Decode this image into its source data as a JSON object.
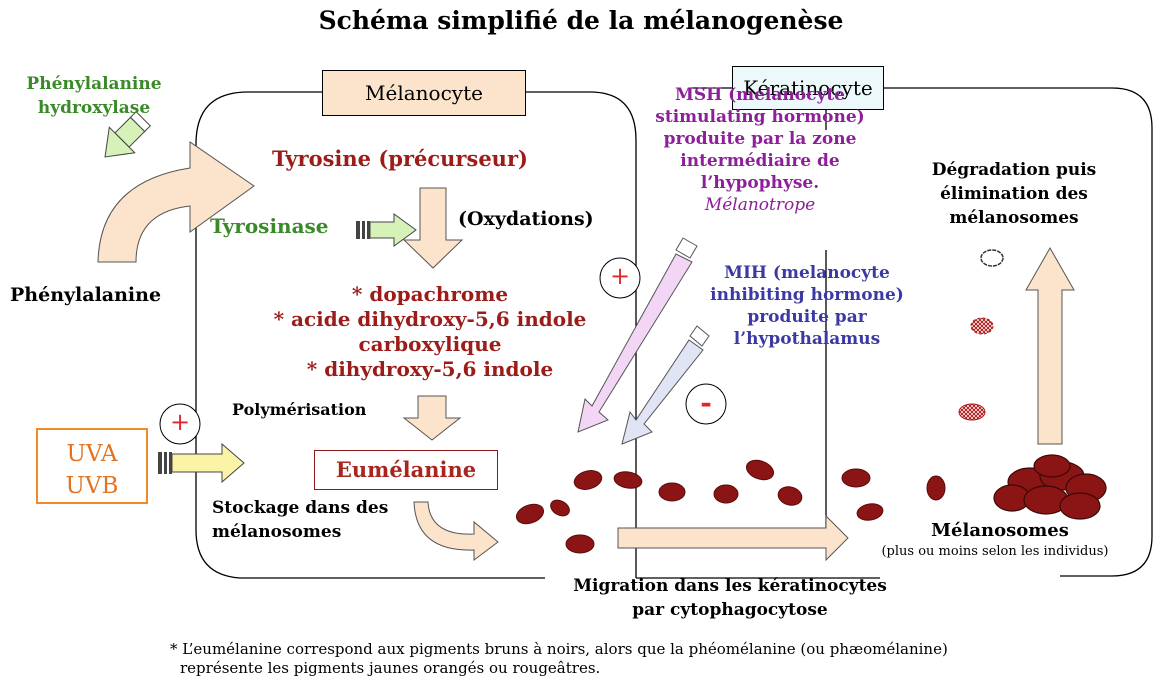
{
  "title": "Schéma simplifié de la mélanogenèse",
  "cells": {
    "melanocyte": "Mélanocyte",
    "keratinocyte": "Kératinocyte"
  },
  "enzymes": {
    "phenylalanine_hydroxylase_line1": "Phénylalanine",
    "phenylalanine_hydroxylase_line2": "hydroxylase",
    "tyrosinase": "Tyrosinase"
  },
  "molecules": {
    "phenylalanine": "Phénylalanine",
    "tyrosine": "Tyrosine (précurseur)",
    "oxydations": "(Oxydations)",
    "intermediates": [
      "* dopachrome",
      "* acide dihydroxy-5,6 indole",
      "carboxylique",
      "* dihydroxy-5,6 indole"
    ],
    "polymerisation": "Polymérisation",
    "eumelanine": "Eumélanine"
  },
  "uv": {
    "line1": "UVA",
    "line2": "UVB"
  },
  "signs": {
    "plus": "+",
    "minus": "-"
  },
  "hormones": {
    "msh": [
      "MSH (melanocyte",
      "stimulating hormone)",
      "produite par la zone",
      "intermédiaire de",
      "l’hypophyse."
    ],
    "msh_source": "Mélanotrope",
    "mih": [
      "MIH (melanocyte",
      "inhibiting hormone)",
      "produite par",
      "l’hypothalamus"
    ]
  },
  "processes": {
    "stockage": [
      "Stockage dans des",
      "mélanosomes"
    ],
    "migration": [
      "Migration dans les kératinocytes",
      "par cytophagocytose"
    ],
    "degradation": [
      "Dégradation puis",
      "élimination des",
      "mélanosomes"
    ],
    "melanosomes": "Mélanosomes",
    "melanosomes_note": "(plus ou moins selon les individus)"
  },
  "footnote": [
    "* L’eumélanine correspond aux pigments bruns à noirs, alors que la phéomélanine (ou phæomélanine)",
    "représente les pigments jaunes orangés ou rougeâtres."
  ],
  "colors": {
    "arrow_fill": "#fbe3cc",
    "melanin": "#8b1414",
    "green_arrow": "#d6f2b8",
    "uv_arrow": "#fbf3a6",
    "msh_arrow": "#f3d6f5",
    "mih_arrow": "#e0e4f5"
  }
}
